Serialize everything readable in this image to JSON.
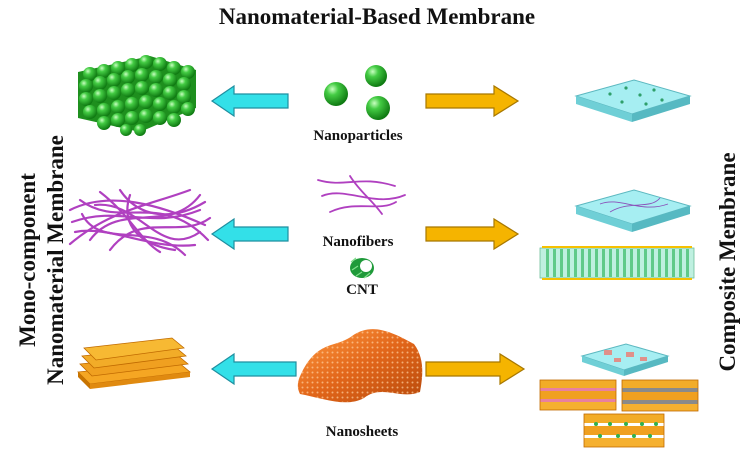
{
  "title": "Nanomaterial-Based Membrane",
  "left_side_label": {
    "line1": "Mono-component",
    "line2": "Nanomaterial Membrane"
  },
  "right_side_label": "Composite Membrane",
  "center_labels": {
    "nanoparticles": "Nanoparticles",
    "nanofibers": "Nanofibers",
    "cnt": "CNT",
    "nanosheets": "Nanosheets"
  },
  "colors": {
    "left_arrow": "#33e0e8",
    "right_arrow": "#f5b400",
    "nanoparticle": "#22b022",
    "nanofiber": "#b040c0",
    "membrane": "#8fe0e6",
    "nanosheet": "#f07020",
    "sheet_stack": "#f0a020"
  }
}
